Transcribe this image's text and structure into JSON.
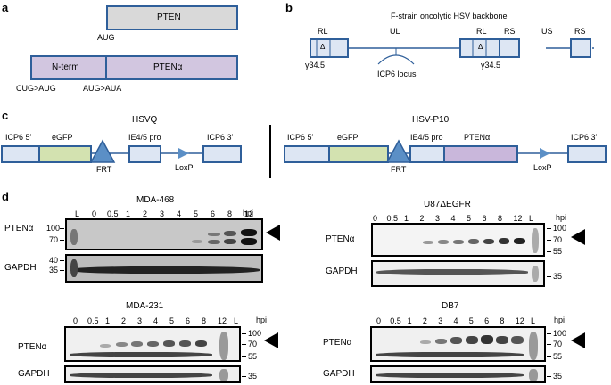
{
  "colors": {
    "box_border": "#2f5f9a",
    "pten_fill": "#d9d9d9",
    "pten_alpha_fill": "#d2c6e0",
    "hsv_fill": "#dde6f3",
    "egfp_fill": "#d3e2b0",
    "ptena_insert_fill": "#c9b7db",
    "triangle": "#5b8fc6"
  },
  "panel_a": {
    "letter": "a",
    "pten_label": "PTEN",
    "aug_label": "AUG",
    "nterm_label": "N-term",
    "ptena_label": "PTENα",
    "cug_label": "CUG>AUG",
    "aug_aua_label": "AUG>AUA"
  },
  "panel_b": {
    "letter": "b",
    "title": "F-strain oncolytic HSV backbone",
    "rl1": "RL",
    "ul": "UL",
    "rl2": "RL",
    "rs1": "RS",
    "us": "US",
    "rs2": "RS",
    "delta": "Δ",
    "gamma1": "γ34.5",
    "gamma2": "γ34.5",
    "icp6_locus": "ICP6 locus"
  },
  "panel_c": {
    "letter": "c",
    "left_title": "HSVQ",
    "right_title": "HSV-P10",
    "icp6_5": "ICP6 5′",
    "egfp": "eGFP",
    "ie45": "IE4/5 pro",
    "icp6_3": "ICP6 3′",
    "frt": "FRT",
    "loxp": "LoxP",
    "ptena": "PTENα"
  },
  "panel_d": {
    "letter": "d",
    "blots": [
      {
        "title": "MDA-468",
        "lanes": [
          "L",
          "0",
          "0.5",
          "1",
          "2",
          "3",
          "4",
          "5",
          "6",
          "8",
          "12"
        ],
        "hpi": "hpi",
        "row1": "PTENα",
        "row2": "GAPDH",
        "mw_top": [
          "100",
          "70"
        ],
        "mw_bottom": [
          "40",
          "35"
        ]
      },
      {
        "title": "U87ΔEGFR",
        "lanes": [
          "0",
          "0.5",
          "1",
          "2",
          "3",
          "4",
          "5",
          "6",
          "8",
          "12",
          "L"
        ],
        "hpi": "hpi",
        "row1": "PTENα",
        "row2": "GAPDH",
        "mw_top": [
          "100",
          "70",
          "55"
        ],
        "mw_bottom": [
          "35"
        ]
      },
      {
        "title": "MDA-231",
        "lanes": [
          "0",
          "0.5",
          "1",
          "2",
          "3",
          "4",
          "5",
          "6",
          "8",
          "12",
          "L"
        ],
        "hpi": "hpi",
        "row1": "PTENα",
        "row2": "GAPDH",
        "mw_top": [
          "100",
          "70",
          "55"
        ],
        "mw_bottom": [
          "35"
        ]
      },
      {
        "title": "DB7",
        "lanes": [
          "0",
          "0.5",
          "1",
          "2",
          "3",
          "4",
          "5",
          "6",
          "8",
          "12",
          "L"
        ],
        "hpi": "hpi",
        "row1": "PTENα",
        "row2": "GAPDH",
        "mw_top": [
          "100",
          "70",
          "55"
        ],
        "mw_bottom": [
          "35"
        ]
      }
    ]
  }
}
